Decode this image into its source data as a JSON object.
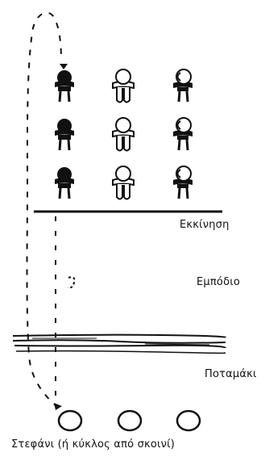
{
  "labels": {
    "start_line": "Εκκίνηση",
    "obstacle": "Εμπόδιο",
    "river": "Ποταμάκι",
    "hoop": "Στεφάνι (ή κύκλος από σκοινί)"
  },
  "teams": [
    {
      "style": "dark",
      "players": 3
    },
    {
      "style": "outline",
      "players": 3
    },
    {
      "style": "outline-side",
      "players": 3
    }
  ],
  "hoops": 3,
  "colors": {
    "ink": "#111111",
    "paper": "#ffffff"
  }
}
